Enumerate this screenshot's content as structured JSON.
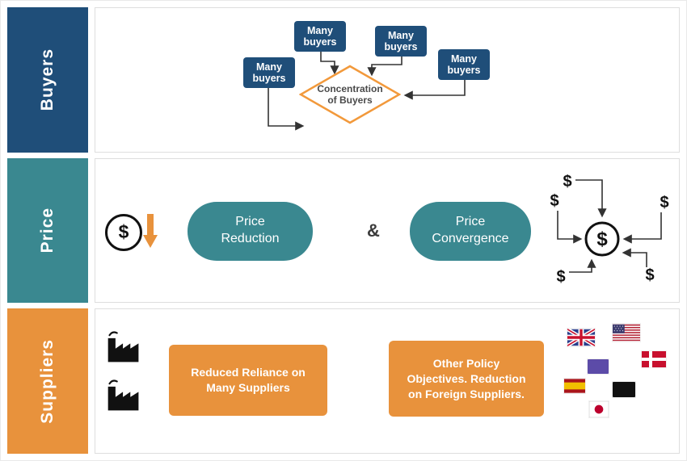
{
  "sidebar": {
    "buyers_label": "Buyers",
    "price_label": "Price",
    "suppliers_label": "Suppliers"
  },
  "buyers": {
    "box_labels": [
      "Many buyers",
      "Many buyers",
      "Many buyers",
      "Many buyers"
    ],
    "diamond_label": "Concentration of Buyers"
  },
  "price": {
    "dollar": "$",
    "reduction_label": "Price Reduction",
    "ampersand": "&",
    "convergence_label": "Price Convergence"
  },
  "suppliers": {
    "reliance_label": "Reduced Reliance on Many Suppliers",
    "policy_label": "Other Policy Objectives. Reduction on Foreign Suppliers.",
    "flags": [
      "uk",
      "usa",
      "purple",
      "denmark",
      "spain",
      "black",
      "japan"
    ]
  },
  "icons": {
    "dollar_circle": "$",
    "down_arrow": "orange-block-arrow",
    "factory": "factory-silhouette"
  },
  "colors": {
    "navy": "#1F4E79",
    "teal": "#3A8890",
    "orange": "#E8923C",
    "diamond_stroke": "#F2993B",
    "connector": "#333333"
  }
}
